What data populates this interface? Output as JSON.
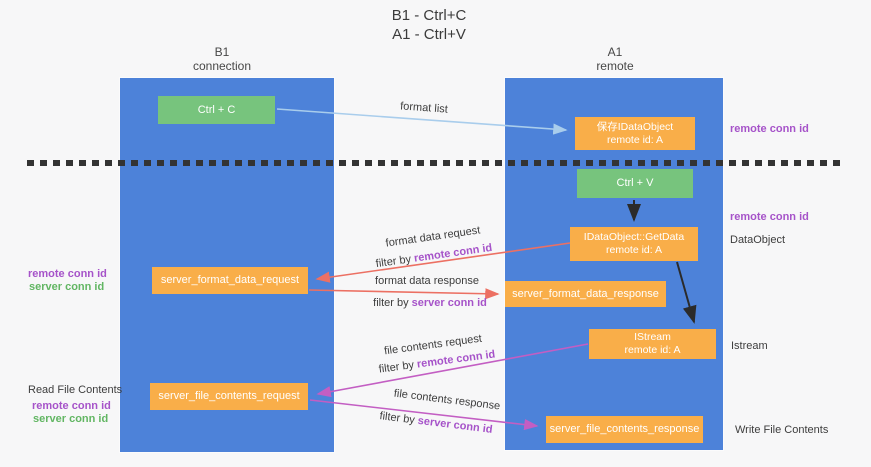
{
  "title": {
    "line1": "B1 - Ctrl+C",
    "line2": "A1 - Ctrl+V"
  },
  "columns": {
    "left": {
      "name": "B1",
      "role": "connection"
    },
    "right": {
      "name": "A1",
      "role": "remote"
    }
  },
  "nodes": {
    "ctrl_c": {
      "label": "Ctrl + C"
    },
    "ctrl_v": {
      "label": "Ctrl + V"
    },
    "save_idataobject": {
      "line1": "保存IDataObject",
      "line2": "remote id: A"
    },
    "getdata": {
      "line1": "IDataObject::GetData",
      "line2": "remote id: A"
    },
    "istream": {
      "line1": "IStream",
      "line2": "remote id: A"
    },
    "server_format_data_request": {
      "label": "server_format_data_request"
    },
    "server_format_data_response": {
      "label": "server_format_data_response"
    },
    "server_file_contents_request": {
      "label": "server_file_contents_request"
    },
    "server_file_contents_response": {
      "label": "server_file_contents_response"
    }
  },
  "arrows": {
    "format_list": {
      "label": "format list"
    },
    "format_data_request": {
      "label": "format data request",
      "filter_prefix": "filter by",
      "filter_key": "remote conn id"
    },
    "format_data_response": {
      "label": "format data response",
      "filter_prefix": "filter by",
      "filter_key": "server conn id"
    },
    "file_contents_request": {
      "label": "file contents request",
      "filter_prefix": "filter by",
      "filter_key": "remote conn id"
    },
    "file_contents_response": {
      "label": "file contents response",
      "filter_prefix": "filter by",
      "filter_key": "server conn id"
    }
  },
  "side_labels": {
    "right_top_remote_conn_id": "remote conn id",
    "right_mid_remote_conn_id": "remote conn id",
    "dataobject": "DataObject",
    "istream": "Istream",
    "write_file_contents": "Write File Contents",
    "left_remote_conn_id_1": "remote conn id",
    "left_server_conn_id_1": "server conn id",
    "read_file_contents": "Read File Contents",
    "left_remote_conn_id_2": "remote conn id",
    "left_server_conn_id_2": "server conn id"
  },
  "colors": {
    "column_blue": "#4d82d9",
    "node_green": "#77c47d",
    "node_orange": "#f9ae49",
    "arrow_red": "#ec7063",
    "arrow_magenta": "#c35ec3",
    "arrow_lightblue": "#a9cdec",
    "arrow_black": "#2b2b2b",
    "text_purple": "#a653c9",
    "text_green": "#62b663"
  }
}
